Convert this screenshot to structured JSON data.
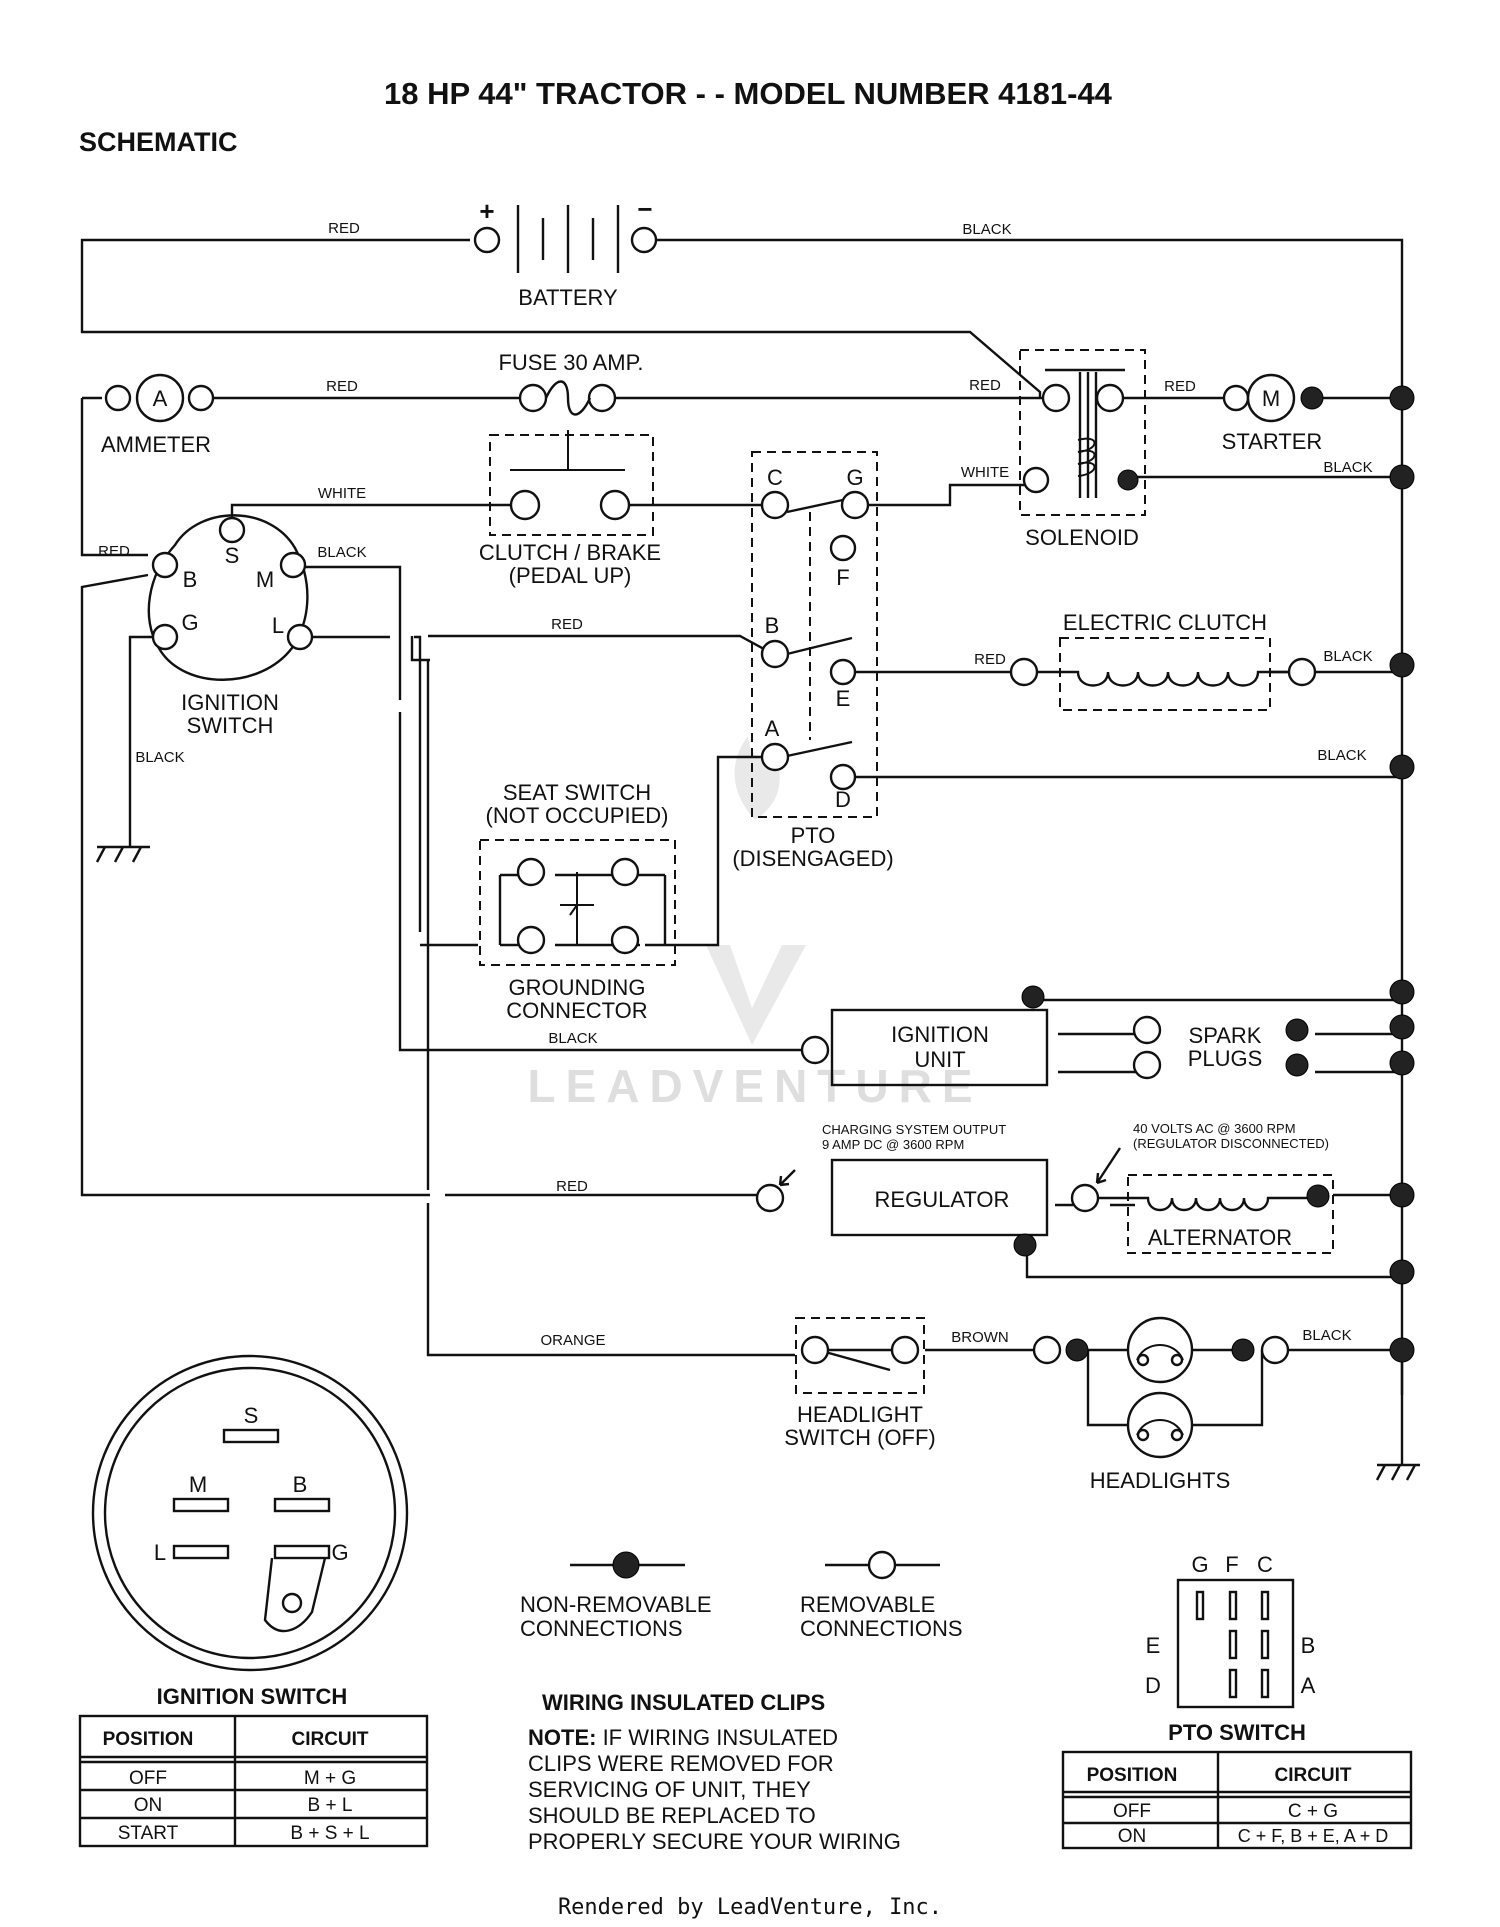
{
  "title": "18 HP 44\" TRACTOR - - MODEL NUMBER 4181-44",
  "section": "SCHEMATIC",
  "battery": {
    "label": "BATTERY",
    "plus": "+",
    "minus": "−"
  },
  "wires": {
    "red": "RED",
    "black": "BLACK",
    "white": "WHITE",
    "orange": "ORANGE",
    "brown": "BROWN"
  },
  "components": {
    "fuse": "FUSE 30 AMP.",
    "ammeter": "AMMETER",
    "ammeter_symbol": "A",
    "starter": "STARTER",
    "starter_symbol": "M",
    "solenoid": "SOLENOID",
    "clutch_brake_1": "CLUTCH / BRAKE",
    "clutch_brake_2": "(PEDAL UP)",
    "ignition_switch_1": "IGNITION",
    "ignition_switch_2": "SWITCH",
    "electric_clutch": "ELECTRIC CLUTCH",
    "seat_switch_1": "SEAT SWITCH",
    "seat_switch_2": "(NOT OCCUPIED)",
    "grounding_1": "GROUNDING",
    "grounding_2": "CONNECTOR",
    "pto_1": "PTO",
    "pto_2": "(DISENGAGED)",
    "ignition_unit_1": "IGNITION",
    "ignition_unit_2": "UNIT",
    "spark_plugs_1": "SPARK",
    "spark_plugs_2": "PLUGS",
    "regulator": "REGULATOR",
    "alternator": "ALTERNATOR",
    "charging_1": "CHARGING SYSTEM OUTPUT",
    "charging_2": "9 AMP DC @ 3600 RPM",
    "alt_output_1": "40 VOLTS AC @ 3600 RPM",
    "alt_output_2": "(REGULATOR DISCONNECTED)",
    "headlight_switch_1": "HEADLIGHT",
    "headlight_switch_2": "SWITCH (OFF)",
    "headlights": "HEADLIGHTS"
  },
  "ignition_terminals": {
    "s": "S",
    "b": "B",
    "m": "M",
    "g": "G",
    "l": "L"
  },
  "pto_terminals": {
    "c": "C",
    "g": "G",
    "f": "F",
    "b": "B",
    "e": "E",
    "a": "A",
    "d": "D"
  },
  "legend": {
    "non_removable_1": "NON-REMOVABLE",
    "non_removable_2": "CONNECTIONS",
    "removable_1": "REMOVABLE",
    "removable_2": "CONNECTIONS"
  },
  "ignition_switch_table": {
    "title": "IGNITION SWITCH",
    "headers": [
      "POSITION",
      "CIRCUIT"
    ],
    "rows": [
      [
        "OFF",
        "M + G"
      ],
      [
        "ON",
        "B + L"
      ],
      [
        "START",
        "B + S + L"
      ]
    ]
  },
  "clips_note": {
    "title": "WIRING INSULATED CLIPS",
    "lead": "NOTE:",
    "line1": " IF WIRING INSULATED",
    "line2": "CLIPS WERE REMOVED FOR",
    "line3": "SERVICING OF UNIT, THEY",
    "line4": "SHOULD BE REPLACED TO",
    "line5": "PROPERLY SECURE YOUR WIRING"
  },
  "pto_switch_table": {
    "title": "PTO SWITCH",
    "headers": [
      "POSITION",
      "CIRCUIT"
    ],
    "rows": [
      [
        "OFF",
        "C + G"
      ],
      [
        "ON",
        "C + F, B + E, A + D"
      ]
    ]
  },
  "watermark": "LEADVENTURE",
  "footer": "Rendered by LeadVenture, Inc."
}
